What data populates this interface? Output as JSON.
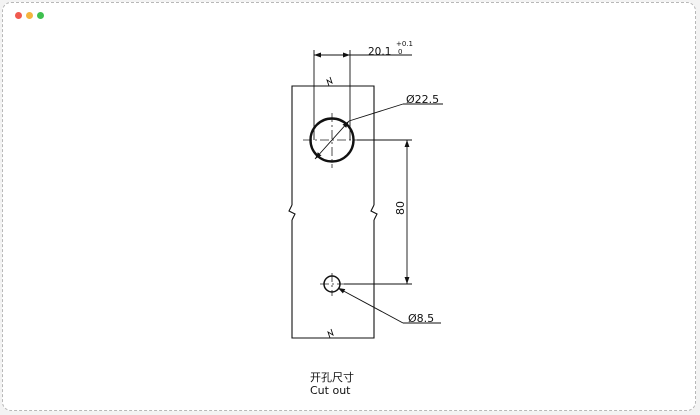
{
  "window": {
    "controls": [
      "close",
      "minimize",
      "maximize"
    ],
    "colors": {
      "close": "#f05a4f",
      "minimize": "#f4b43e",
      "maximize": "#3fc04f"
    }
  },
  "drawing": {
    "dimensions": {
      "large_hole_offset": {
        "value": "20.1",
        "tol_upper": "+0.1",
        "tol_lower": "0"
      },
      "large_hole_diameter": {
        "symbol": "Ø",
        "value": "22.5"
      },
      "hole_spacing": {
        "value": "80"
      },
      "small_hole_diameter": {
        "symbol": "Ø",
        "value": "8.5"
      }
    },
    "caption": {
      "chinese": "开孔尺寸",
      "english": "Cut out"
    }
  }
}
